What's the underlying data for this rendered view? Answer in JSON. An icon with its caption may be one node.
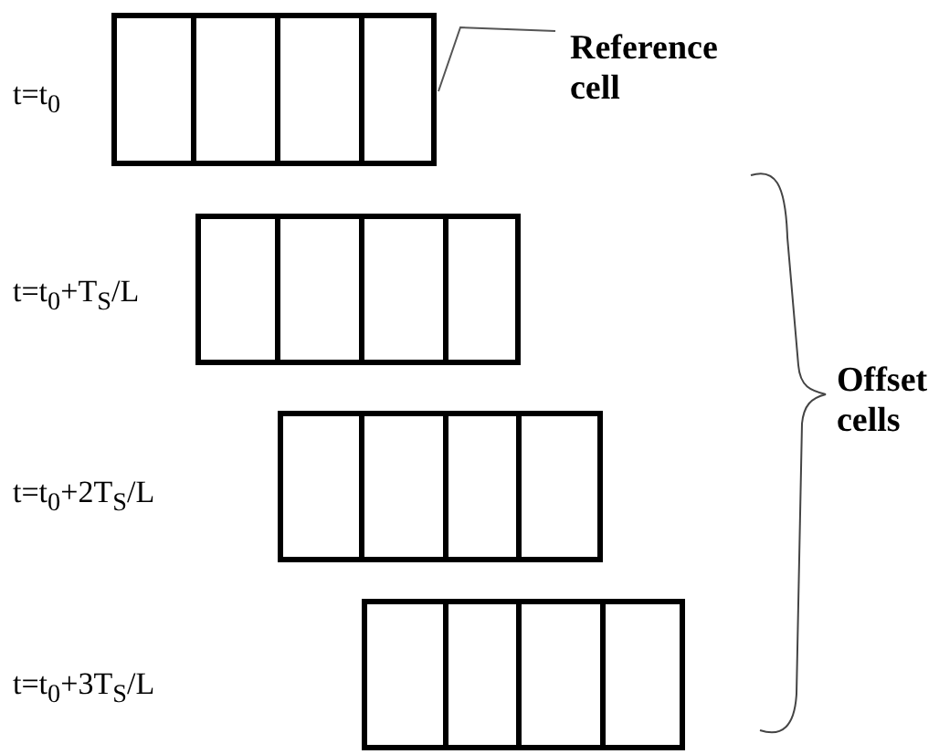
{
  "diagram": {
    "nodes": [
      {
        "text": [],
        "shape": "box"
      },
      {
        "text": [],
        "shape": "box"
      },
      {
        "text": [],
        "shape": "box"
      },
      {
        "text": [],
        "shape": "box"
      },
      {
        "text": [
          "Reference cell"
        ]
      }
    ],
    "edges": [
      {
        "from": 4,
        "to": 0,
        "arrow": "none"
      }
    ],
    "labels": [
      "t=t$_{0}$",
      "t=t$_{0}$+T$_{S}$/L",
      "t=t$_{0}$+2T$_{S}$/L",
      "t=t$_{0}$+3T$_{S}$/L",
      "Offset cells"
    ]
  }
}
